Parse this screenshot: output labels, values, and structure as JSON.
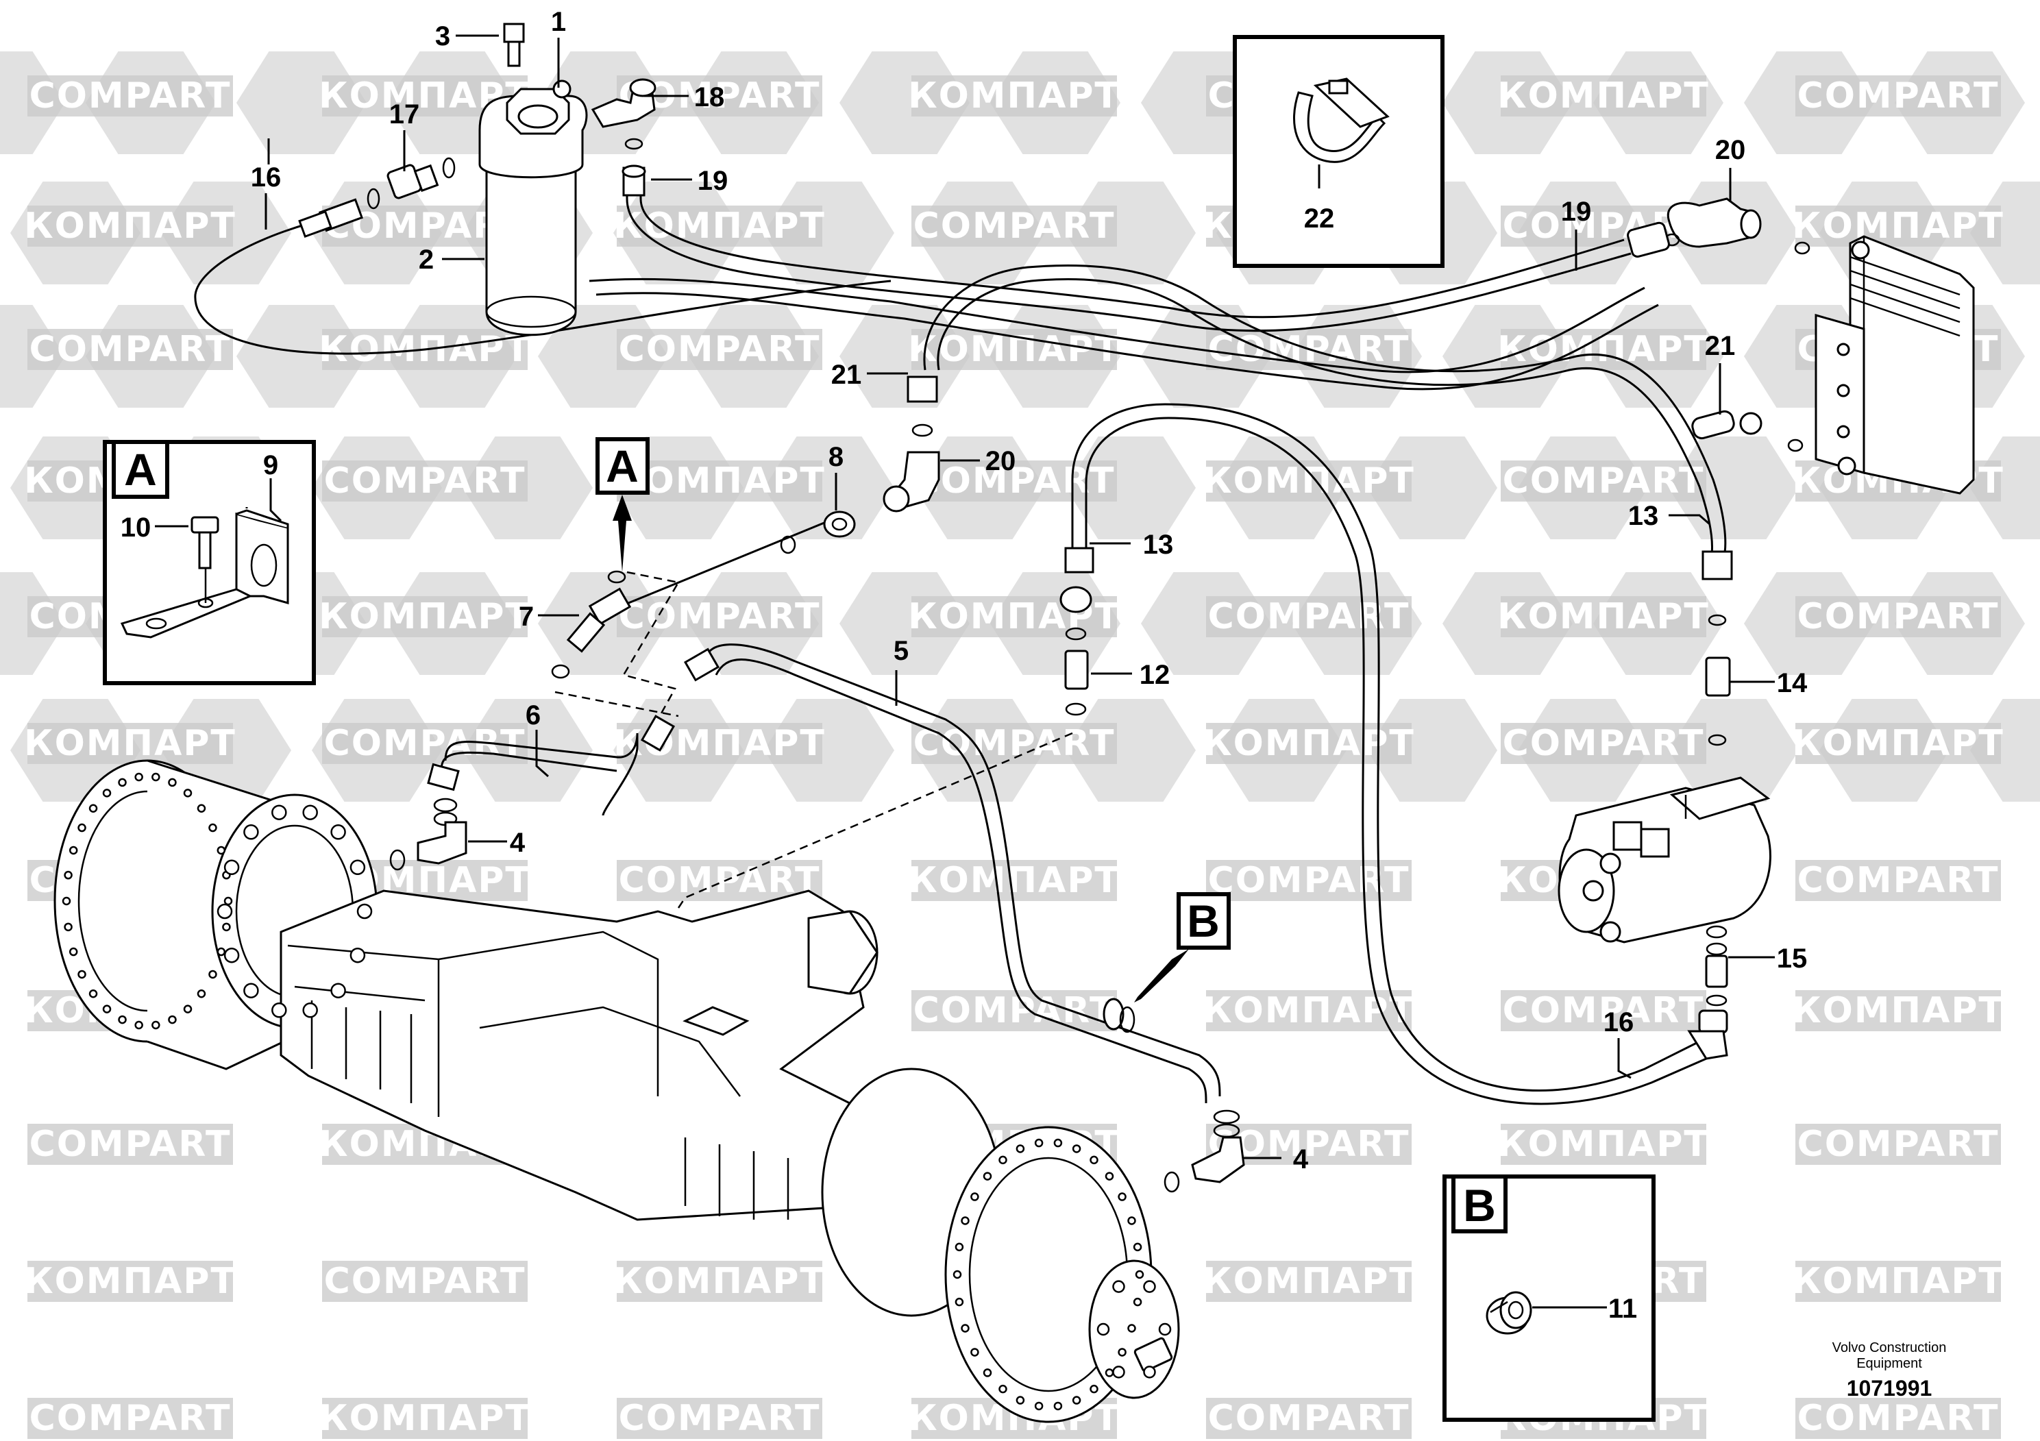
{
  "watermarks": {
    "latin": "COMPART",
    "cyrillic": "КОМПАРТ"
  },
  "callouts": [
    "1",
    "2",
    "3",
    "4",
    "4",
    "5",
    "6",
    "7",
    "8",
    "9",
    "10",
    "11",
    "12",
    "13",
    "13",
    "14",
    "15",
    "16",
    "16",
    "17",
    "18",
    "19",
    "19",
    "20",
    "20",
    "21",
    "21",
    "22"
  ],
  "detail_views": {
    "a": {
      "letter": "A",
      "parts": [
        "9",
        "10"
      ]
    },
    "b": {
      "letter": "B",
      "parts": [
        "11"
      ]
    },
    "clip": {
      "parts": [
        "22"
      ]
    }
  },
  "view_markers": {
    "a": "A",
    "b": "B"
  },
  "credit": {
    "line1": "Volvo Construction",
    "line2": "Equipment",
    "ref": "1071991"
  },
  "colors": {
    "ink": "#000000",
    "watermark": "#c8c8c8",
    "paper": "#ffffff"
  }
}
